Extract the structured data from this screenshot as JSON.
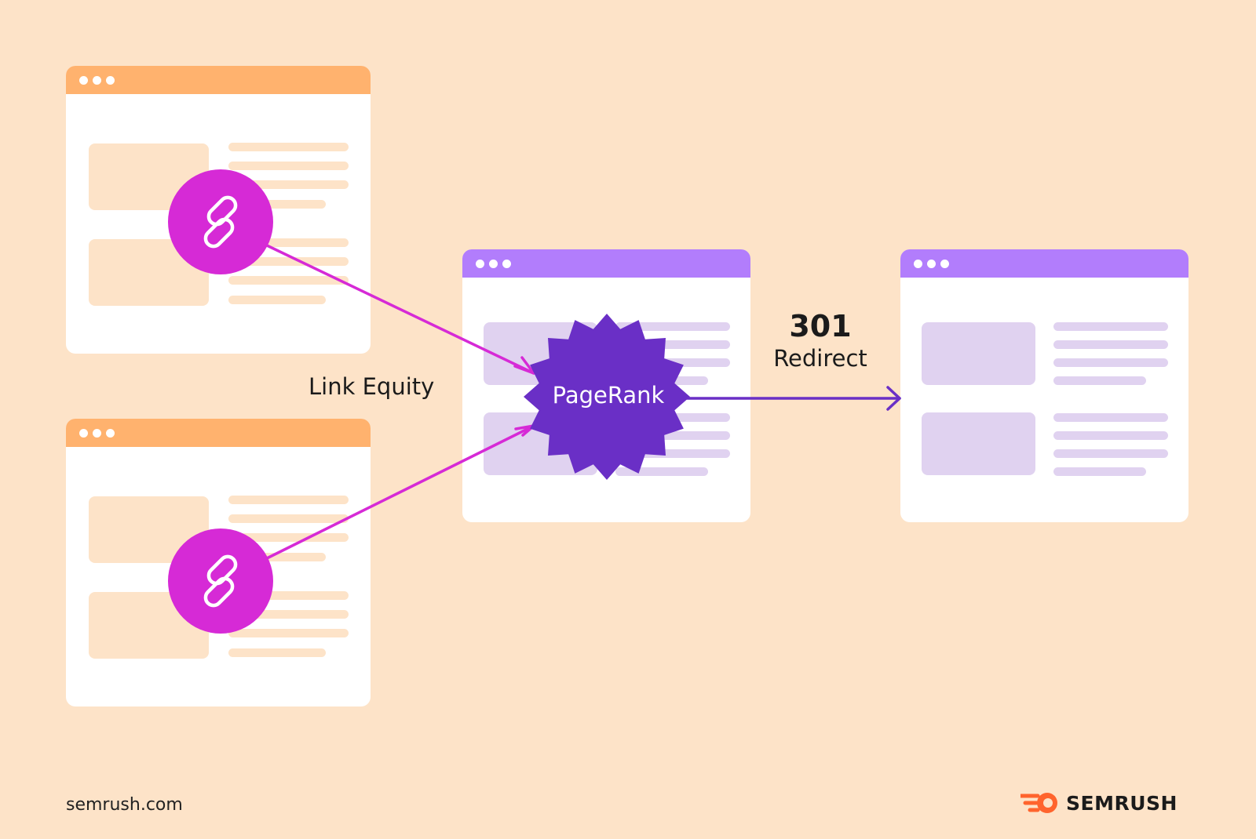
{
  "diagram": {
    "link_equity_label": "Link Equity",
    "center_label": "PageRank",
    "redirect_code": "301",
    "redirect_label": "Redirect"
  },
  "footer": {
    "url": "semrush.com",
    "brand": "SEMRUSH"
  },
  "colors": {
    "background": "#fde3c8",
    "source_titlebar": "#ffb26e",
    "target_titlebar": "#b27dfc",
    "link_badge": "#d62ad6",
    "pagerank_badge": "#6a2fc6",
    "link_arrow": "#d62ad6",
    "redirect_arrow": "#6a2fc6",
    "brand_icon": "#ff642d"
  },
  "icons": {
    "link_badge": "link-chain-icon",
    "brand": "semrush-comet-icon"
  }
}
